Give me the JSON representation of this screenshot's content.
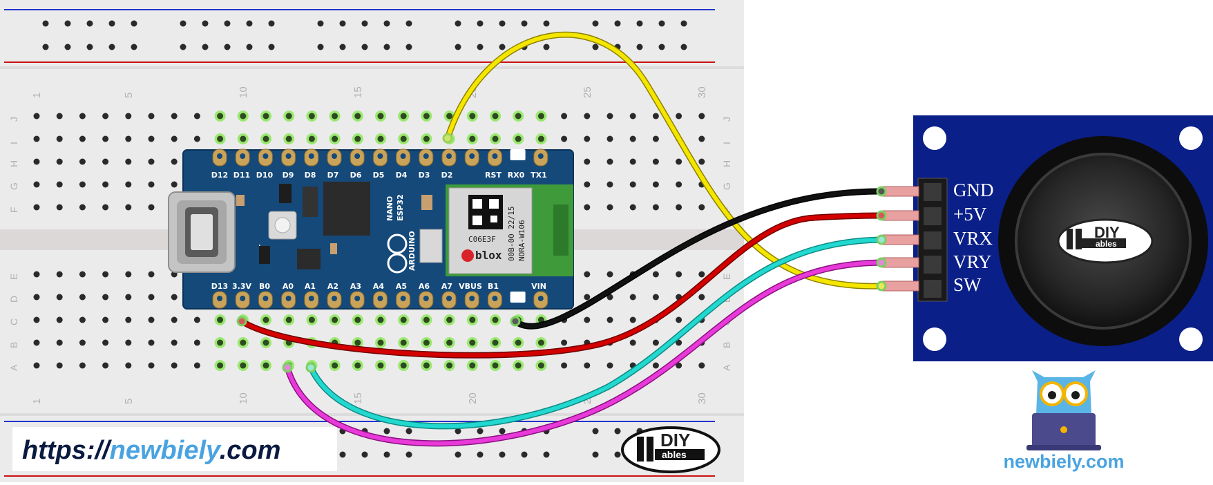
{
  "breadboard": {
    "column_numbers": [
      "1",
      "5",
      "10",
      "15",
      "20",
      "25",
      "30"
    ],
    "row_letters_top": [
      "J",
      "I",
      "H",
      "G",
      "F"
    ],
    "row_letters_bottom": [
      "E",
      "D",
      "C",
      "B",
      "A"
    ]
  },
  "arduino": {
    "top_pins": [
      "D12",
      "D11",
      "D10",
      "D9",
      "D8",
      "D7",
      "D6",
      "D5",
      "D4",
      "D3",
      "D2",
      "",
      "RST",
      "RX0",
      "TX1"
    ],
    "bottom_pins": [
      "D13",
      "3.3V",
      "B0",
      "A0",
      "A1",
      "A2",
      "A3",
      "A4",
      "A5",
      "A6",
      "A7",
      "VBUS",
      "B1",
      "",
      "VIN"
    ],
    "rst_label": "RST",
    "nano_label": "NANO",
    "esp32_label": "ESP32",
    "arduino_label": "ARDUINO",
    "module_code": "C06E3F",
    "module_brand": "blox",
    "module_id": "00B-00 22/15",
    "module_name": "NORA-W106"
  },
  "joystick": {
    "pins": [
      "GND",
      "+5V",
      "VRX",
      "VRY",
      "SW"
    ],
    "logo_diy": "DIY",
    "logo_ables": "ables"
  },
  "logos": {
    "diy": "DIY",
    "ables": "ables"
  },
  "url": {
    "prefix": "https://",
    "name": "newbiely",
    "suffix": ".com"
  },
  "brand": {
    "text": "newbiely.com"
  },
  "colors": {
    "gnd_wire": "#111111",
    "vcc_wire": "#d40000",
    "vrx_wire": "#22d8cf",
    "vry_wire": "#e83ad8",
    "sw_wire": "#f5e600",
    "joystick_board": "#0b1f88",
    "arduino_board": "#14497a",
    "rail_blue": "#2233cc",
    "rail_red": "#cc1111"
  }
}
